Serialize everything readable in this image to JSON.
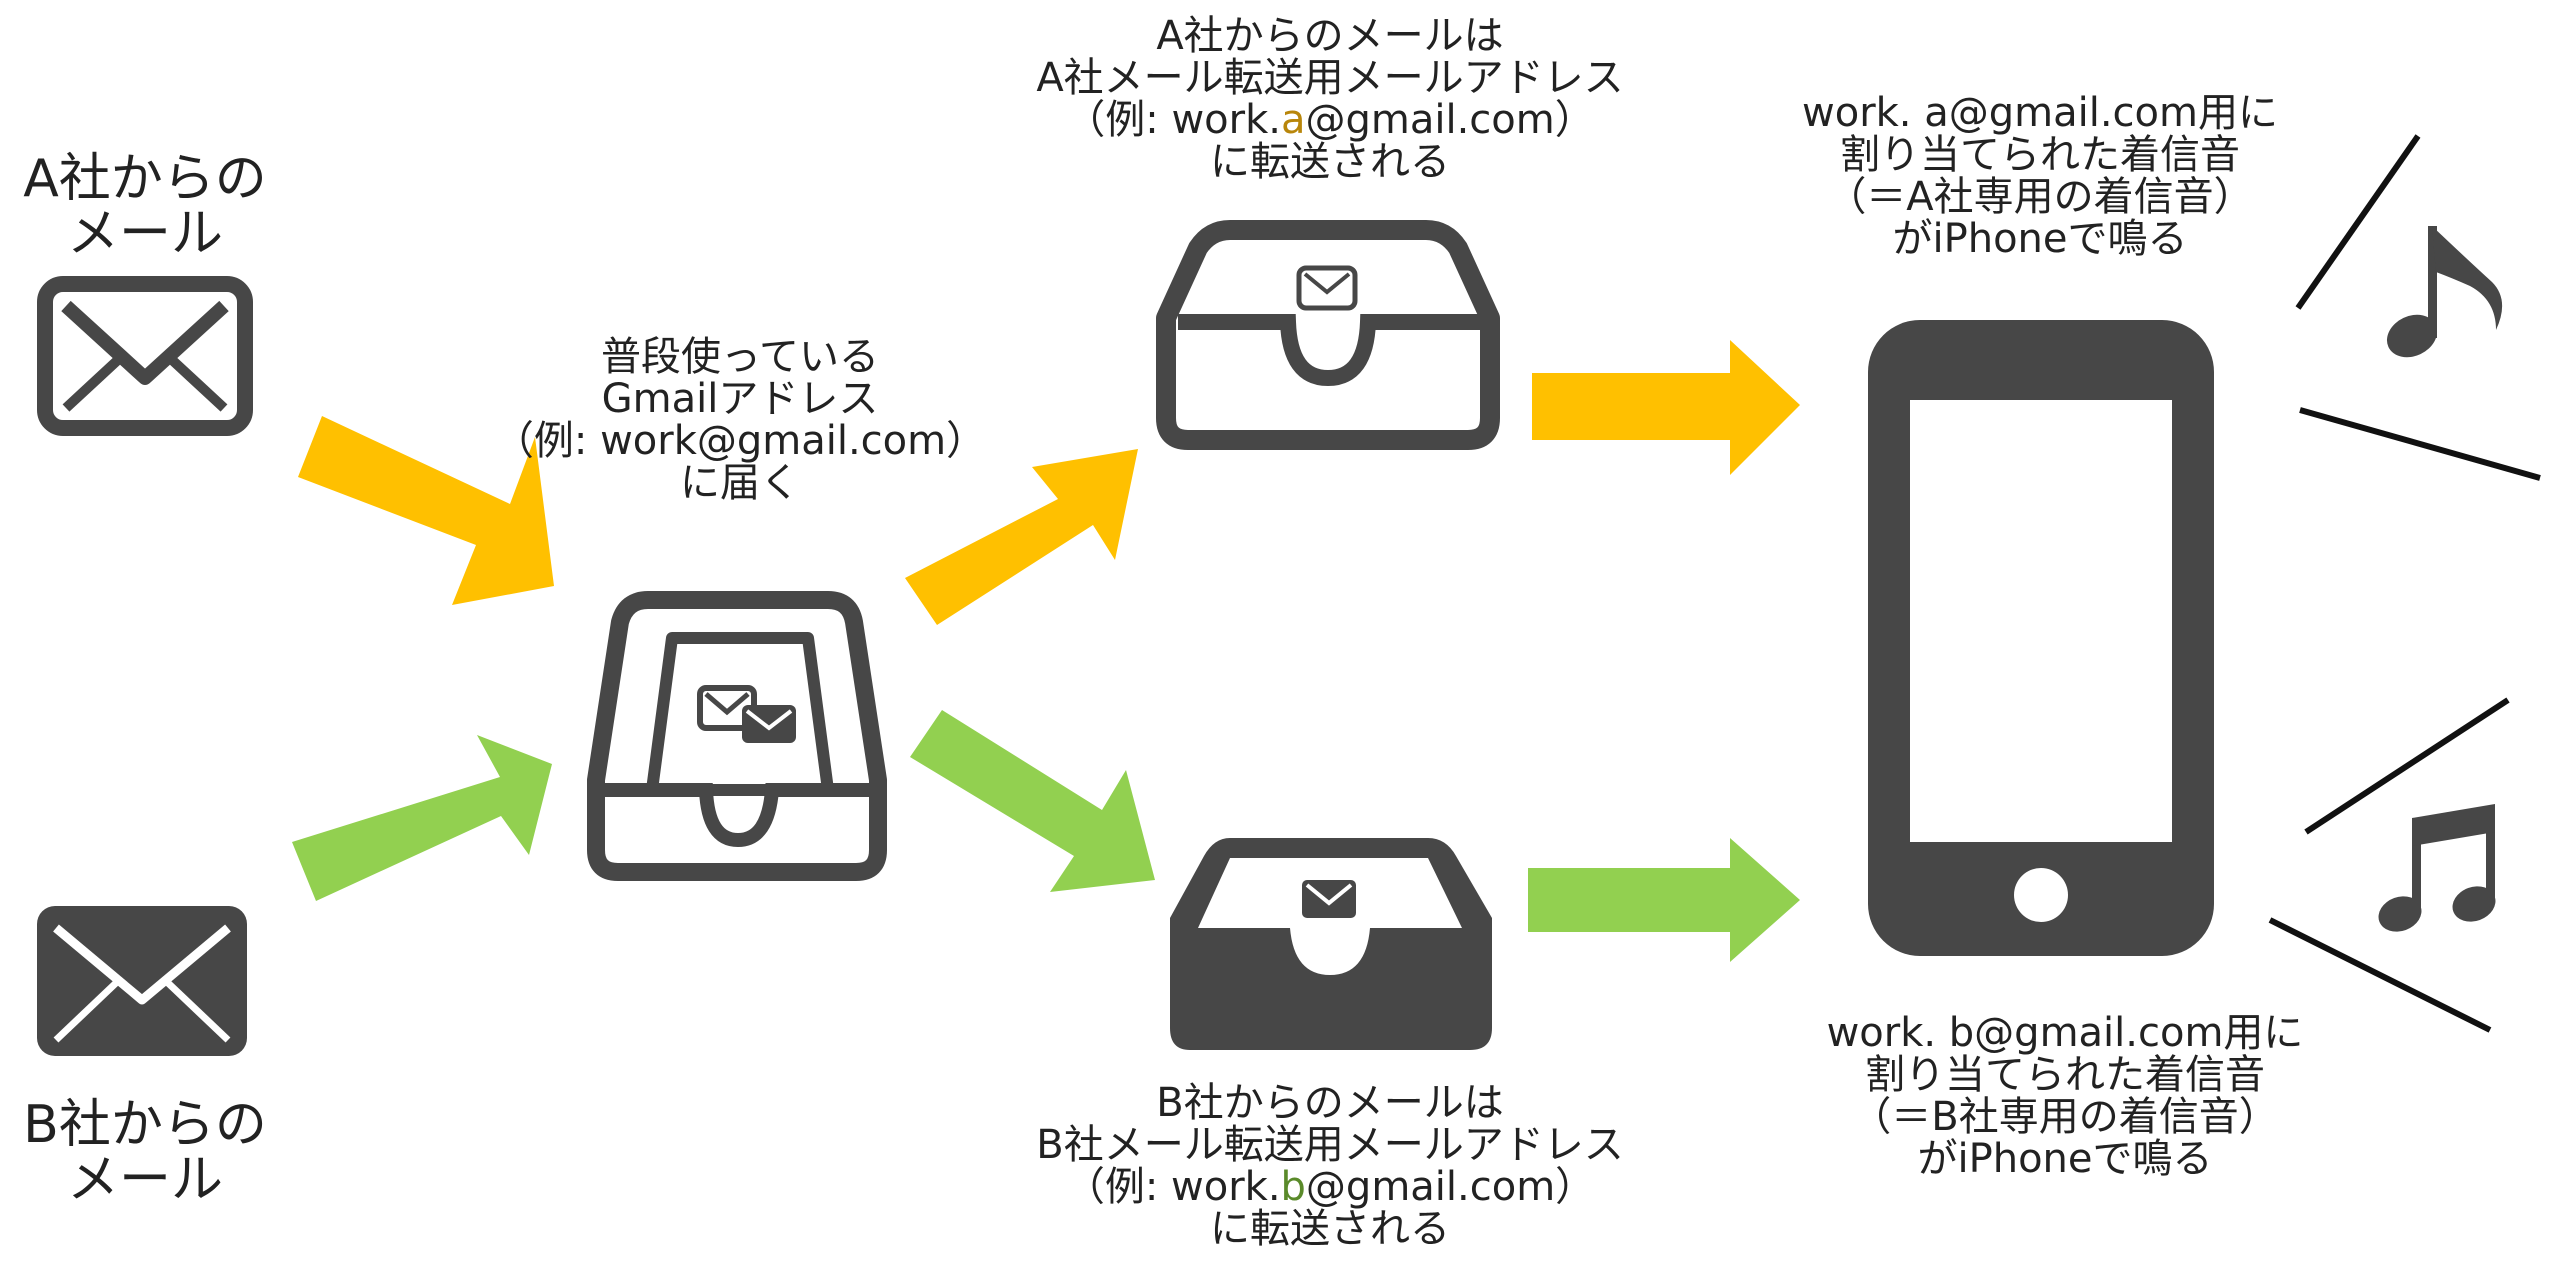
{
  "colors": {
    "arrow_a": "#FFC000",
    "arrow_b": "#92D050",
    "icon": "#474747",
    "highlight_a": "#b8860b",
    "highlight_b": "#5a8a2a"
  },
  "source_a": {
    "lines": [
      "A社からの",
      "メール"
    ],
    "icon": "envelope-outline-icon"
  },
  "source_b": {
    "lines": [
      "B社からの",
      "メール"
    ],
    "icon": "envelope-filled-icon"
  },
  "main_inbox": {
    "lines": [
      "普段使っている",
      "Gmailアドレス",
      "（例: work@gmail.com）",
      "に届く"
    ],
    "icon": "inbox-tray-double-envelope-icon"
  },
  "forward_a": {
    "line1": "A社からのメールは",
    "line2": "A社メール転送用メールアドレス",
    "line3_prefix": "（例: work.",
    "line3_highlight": "a",
    "line3_suffix": "@gmail.com）",
    "line4": "に転送される",
    "icon": "inbox-tray-outline-icon"
  },
  "forward_b": {
    "line1": "B社からのメールは",
    "line2": "B社メール転送用メールアドレス",
    "line3_prefix": "（例: work.",
    "line3_highlight": "b",
    "line3_suffix": "@gmail.com）",
    "line4": "に転送される",
    "icon": "inbox-tray-filled-icon"
  },
  "ringtone_a": {
    "lines": [
      "work. a@gmail.com用に",
      "割り当てられた着信音",
      "（＝A社専用の着信音）",
      "がiPhoneで鳴る"
    ],
    "icon": "eighth-note-icon"
  },
  "ringtone_b": {
    "lines": [
      "work. b@gmail.com用に",
      "割り当てられた着信音",
      "（＝B社専用の着信音）",
      "がiPhoneで鳴る"
    ],
    "icon": "beamed-notes-icon"
  },
  "device": {
    "icon": "smartphone-icon"
  }
}
